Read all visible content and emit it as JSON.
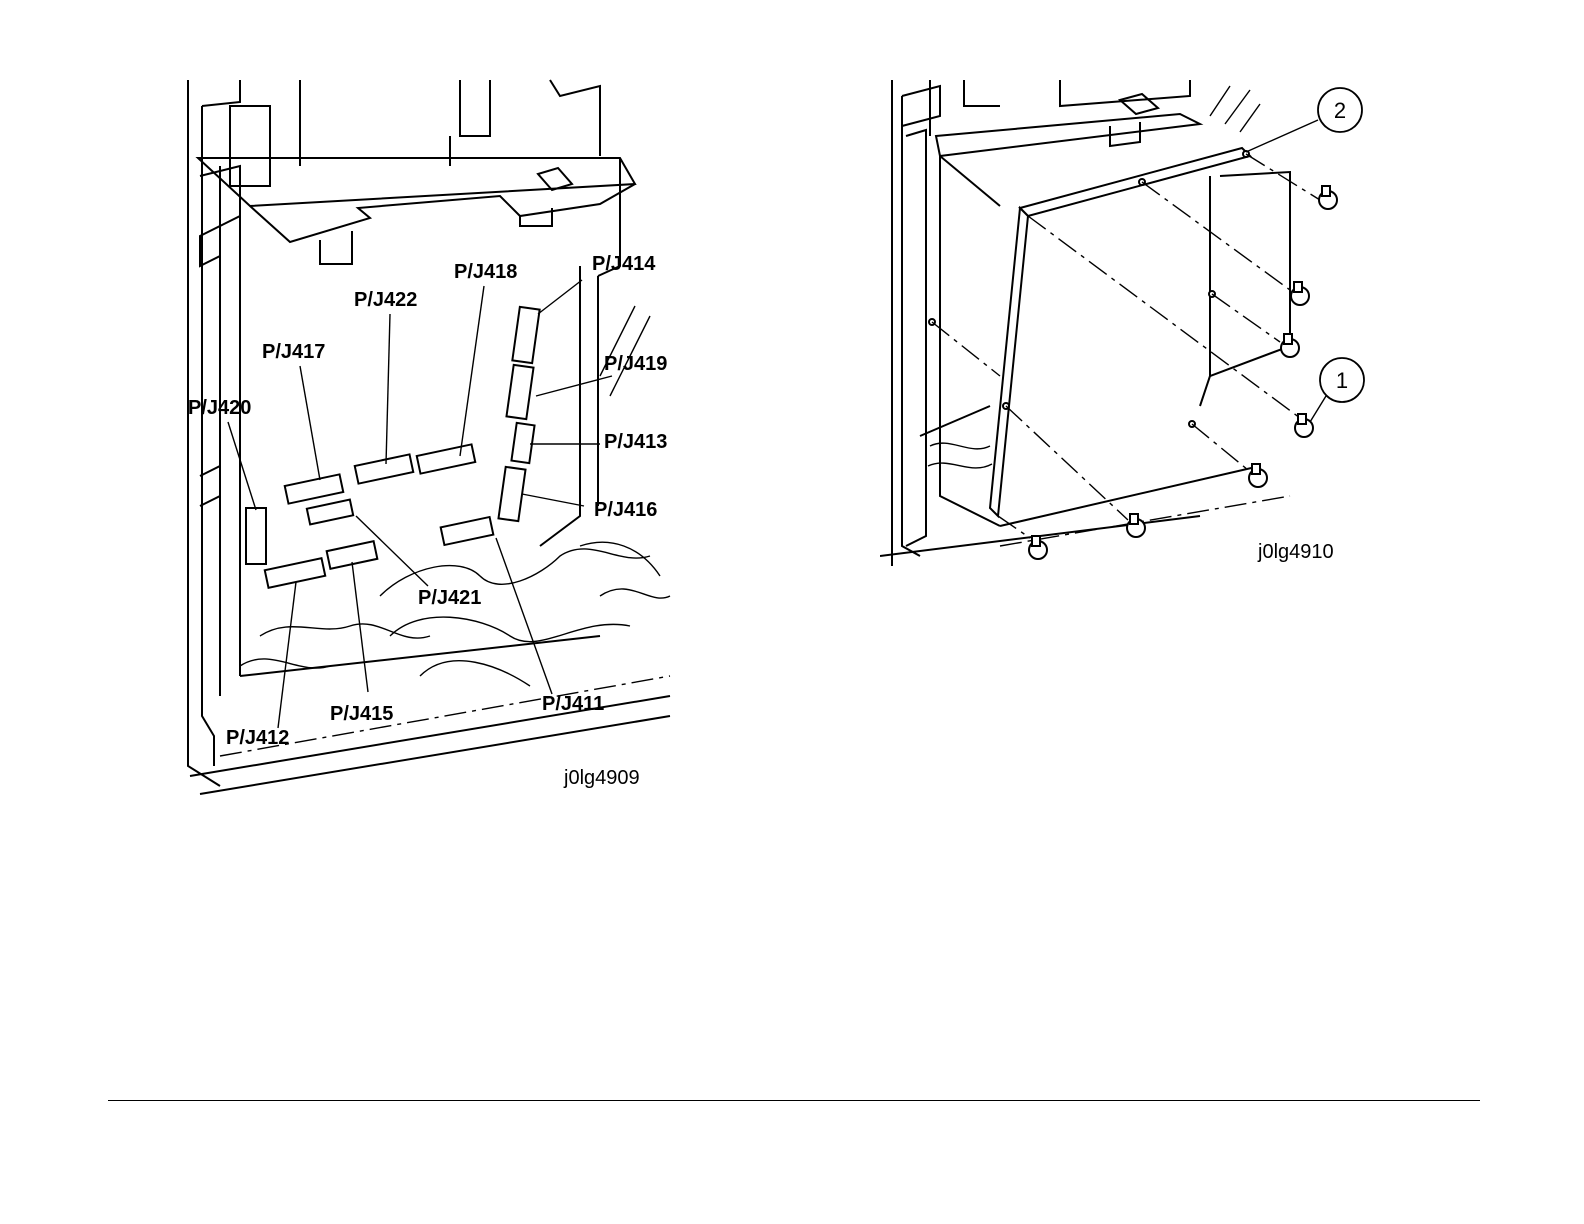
{
  "figures": [
    {
      "id": "j0lg4909",
      "connectors": [
        "P/J414",
        "P/J418",
        "P/J422",
        "P/J417",
        "P/J419",
        "P/J420",
        "P/J413",
        "P/J416",
        "P/J421",
        "P/J411",
        "P/J415",
        "P/J412"
      ]
    },
    {
      "id": "j0lg4910",
      "callouts": [
        "1",
        "2"
      ]
    }
  ]
}
